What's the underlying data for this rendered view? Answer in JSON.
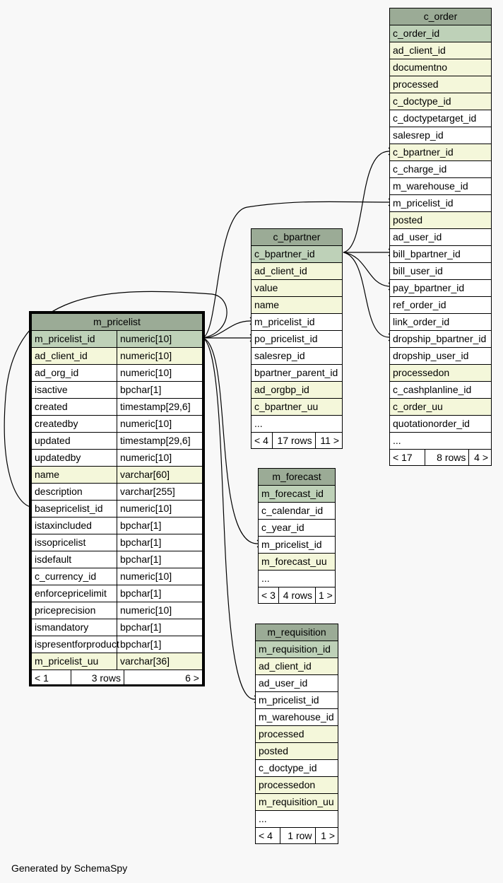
{
  "footer_text": "Generated by SchemaSpy",
  "tables": {
    "m_pricelist": {
      "title": "m_pricelist",
      "rows": [
        {
          "name": "m_pricelist_id",
          "type": "numeric[10]",
          "kind": "pk"
        },
        {
          "name": "ad_client_id",
          "type": "numeric[10]",
          "kind": "fk"
        },
        {
          "name": "ad_org_id",
          "type": "numeric[10]",
          "kind": "plain"
        },
        {
          "name": "isactive",
          "type": "bpchar[1]",
          "kind": "plain"
        },
        {
          "name": "created",
          "type": "timestamp[29,6]",
          "kind": "plain"
        },
        {
          "name": "createdby",
          "type": "numeric[10]",
          "kind": "plain"
        },
        {
          "name": "updated",
          "type": "timestamp[29,6]",
          "kind": "plain"
        },
        {
          "name": "updatedby",
          "type": "numeric[10]",
          "kind": "plain"
        },
        {
          "name": "name",
          "type": "varchar[60]",
          "kind": "fk"
        },
        {
          "name": "description",
          "type": "varchar[255]",
          "kind": "plain"
        },
        {
          "name": "basepricelist_id",
          "type": "numeric[10]",
          "kind": "plain"
        },
        {
          "name": "istaxincluded",
          "type": "bpchar[1]",
          "kind": "plain"
        },
        {
          "name": "issopricelist",
          "type": "bpchar[1]",
          "kind": "plain"
        },
        {
          "name": "isdefault",
          "type": "bpchar[1]",
          "kind": "plain"
        },
        {
          "name": "c_currency_id",
          "type": "numeric[10]",
          "kind": "plain"
        },
        {
          "name": "enforcepricelimit",
          "type": "bpchar[1]",
          "kind": "plain"
        },
        {
          "name": "priceprecision",
          "type": "numeric[10]",
          "kind": "plain"
        },
        {
          "name": "ismandatory",
          "type": "bpchar[1]",
          "kind": "plain"
        },
        {
          "name": "ispresentforproduct",
          "type": "bpchar[1]",
          "kind": "plain"
        },
        {
          "name": "m_pricelist_uu",
          "type": "varchar[36]",
          "kind": "fk"
        }
      ],
      "footer": [
        "< 1",
        "3 rows",
        "6 >"
      ]
    },
    "c_bpartner": {
      "title": "c_bpartner",
      "rows": [
        {
          "name": "c_bpartner_id",
          "kind": "pk"
        },
        {
          "name": "ad_client_id",
          "kind": "fk"
        },
        {
          "name": "value",
          "kind": "fk"
        },
        {
          "name": "name",
          "kind": "fk"
        },
        {
          "name": "m_pricelist_id",
          "kind": "plain"
        },
        {
          "name": "po_pricelist_id",
          "kind": "plain"
        },
        {
          "name": "salesrep_id",
          "kind": "plain"
        },
        {
          "name": "bpartner_parent_id",
          "kind": "plain"
        },
        {
          "name": "ad_orgbp_id",
          "kind": "fk"
        },
        {
          "name": "c_bpartner_uu",
          "kind": "fk"
        },
        {
          "name": "...",
          "kind": "plain"
        }
      ],
      "footer": [
        "< 4",
        "17 rows",
        "11 >"
      ]
    },
    "c_order": {
      "title": "c_order",
      "rows": [
        {
          "name": "c_order_id",
          "kind": "pk"
        },
        {
          "name": "ad_client_id",
          "kind": "fk"
        },
        {
          "name": "documentno",
          "kind": "fk"
        },
        {
          "name": "processed",
          "kind": "fk"
        },
        {
          "name": "c_doctype_id",
          "kind": "fk"
        },
        {
          "name": "c_doctypetarget_id",
          "kind": "plain"
        },
        {
          "name": "salesrep_id",
          "kind": "plain"
        },
        {
          "name": "c_bpartner_id",
          "kind": "fk"
        },
        {
          "name": "c_charge_id",
          "kind": "plain"
        },
        {
          "name": "m_warehouse_id",
          "kind": "plain"
        },
        {
          "name": "m_pricelist_id",
          "kind": "plain"
        },
        {
          "name": "posted",
          "kind": "fk"
        },
        {
          "name": "ad_user_id",
          "kind": "plain"
        },
        {
          "name": "bill_bpartner_id",
          "kind": "plain"
        },
        {
          "name": "bill_user_id",
          "kind": "plain"
        },
        {
          "name": "pay_bpartner_id",
          "kind": "plain"
        },
        {
          "name": "ref_order_id",
          "kind": "plain"
        },
        {
          "name": "link_order_id",
          "kind": "plain"
        },
        {
          "name": "dropship_bpartner_id",
          "kind": "plain"
        },
        {
          "name": "dropship_user_id",
          "kind": "plain"
        },
        {
          "name": "processedon",
          "kind": "fk"
        },
        {
          "name": "c_cashplanline_id",
          "kind": "plain"
        },
        {
          "name": "c_order_uu",
          "kind": "fk"
        },
        {
          "name": "quotationorder_id",
          "kind": "plain"
        },
        {
          "name": "...",
          "kind": "plain"
        }
      ],
      "footer": [
        "< 17",
        "8 rows",
        "4 >"
      ]
    },
    "m_forecast": {
      "title": "m_forecast",
      "rows": [
        {
          "name": "m_forecast_id",
          "kind": "pk"
        },
        {
          "name": "c_calendar_id",
          "kind": "plain"
        },
        {
          "name": "c_year_id",
          "kind": "plain"
        },
        {
          "name": "m_pricelist_id",
          "kind": "plain"
        },
        {
          "name": "m_forecast_uu",
          "kind": "fk"
        },
        {
          "name": "...",
          "kind": "plain"
        }
      ],
      "footer": [
        "< 3",
        "4 rows",
        "1 >"
      ]
    },
    "m_requisition": {
      "title": "m_requisition",
      "rows": [
        {
          "name": "m_requisition_id",
          "kind": "pk"
        },
        {
          "name": "ad_client_id",
          "kind": "fk"
        },
        {
          "name": "ad_user_id",
          "kind": "plain"
        },
        {
          "name": "m_pricelist_id",
          "kind": "plain"
        },
        {
          "name": "m_warehouse_id",
          "kind": "plain"
        },
        {
          "name": "processed",
          "kind": "fk"
        },
        {
          "name": "posted",
          "kind": "fk"
        },
        {
          "name": "c_doctype_id",
          "kind": "plain"
        },
        {
          "name": "processedon",
          "kind": "fk"
        },
        {
          "name": "m_requisition_uu",
          "kind": "fk"
        },
        {
          "name": "...",
          "kind": "plain"
        }
      ],
      "footer": [
        "< 4",
        "1 row",
        "1 >"
      ]
    }
  }
}
